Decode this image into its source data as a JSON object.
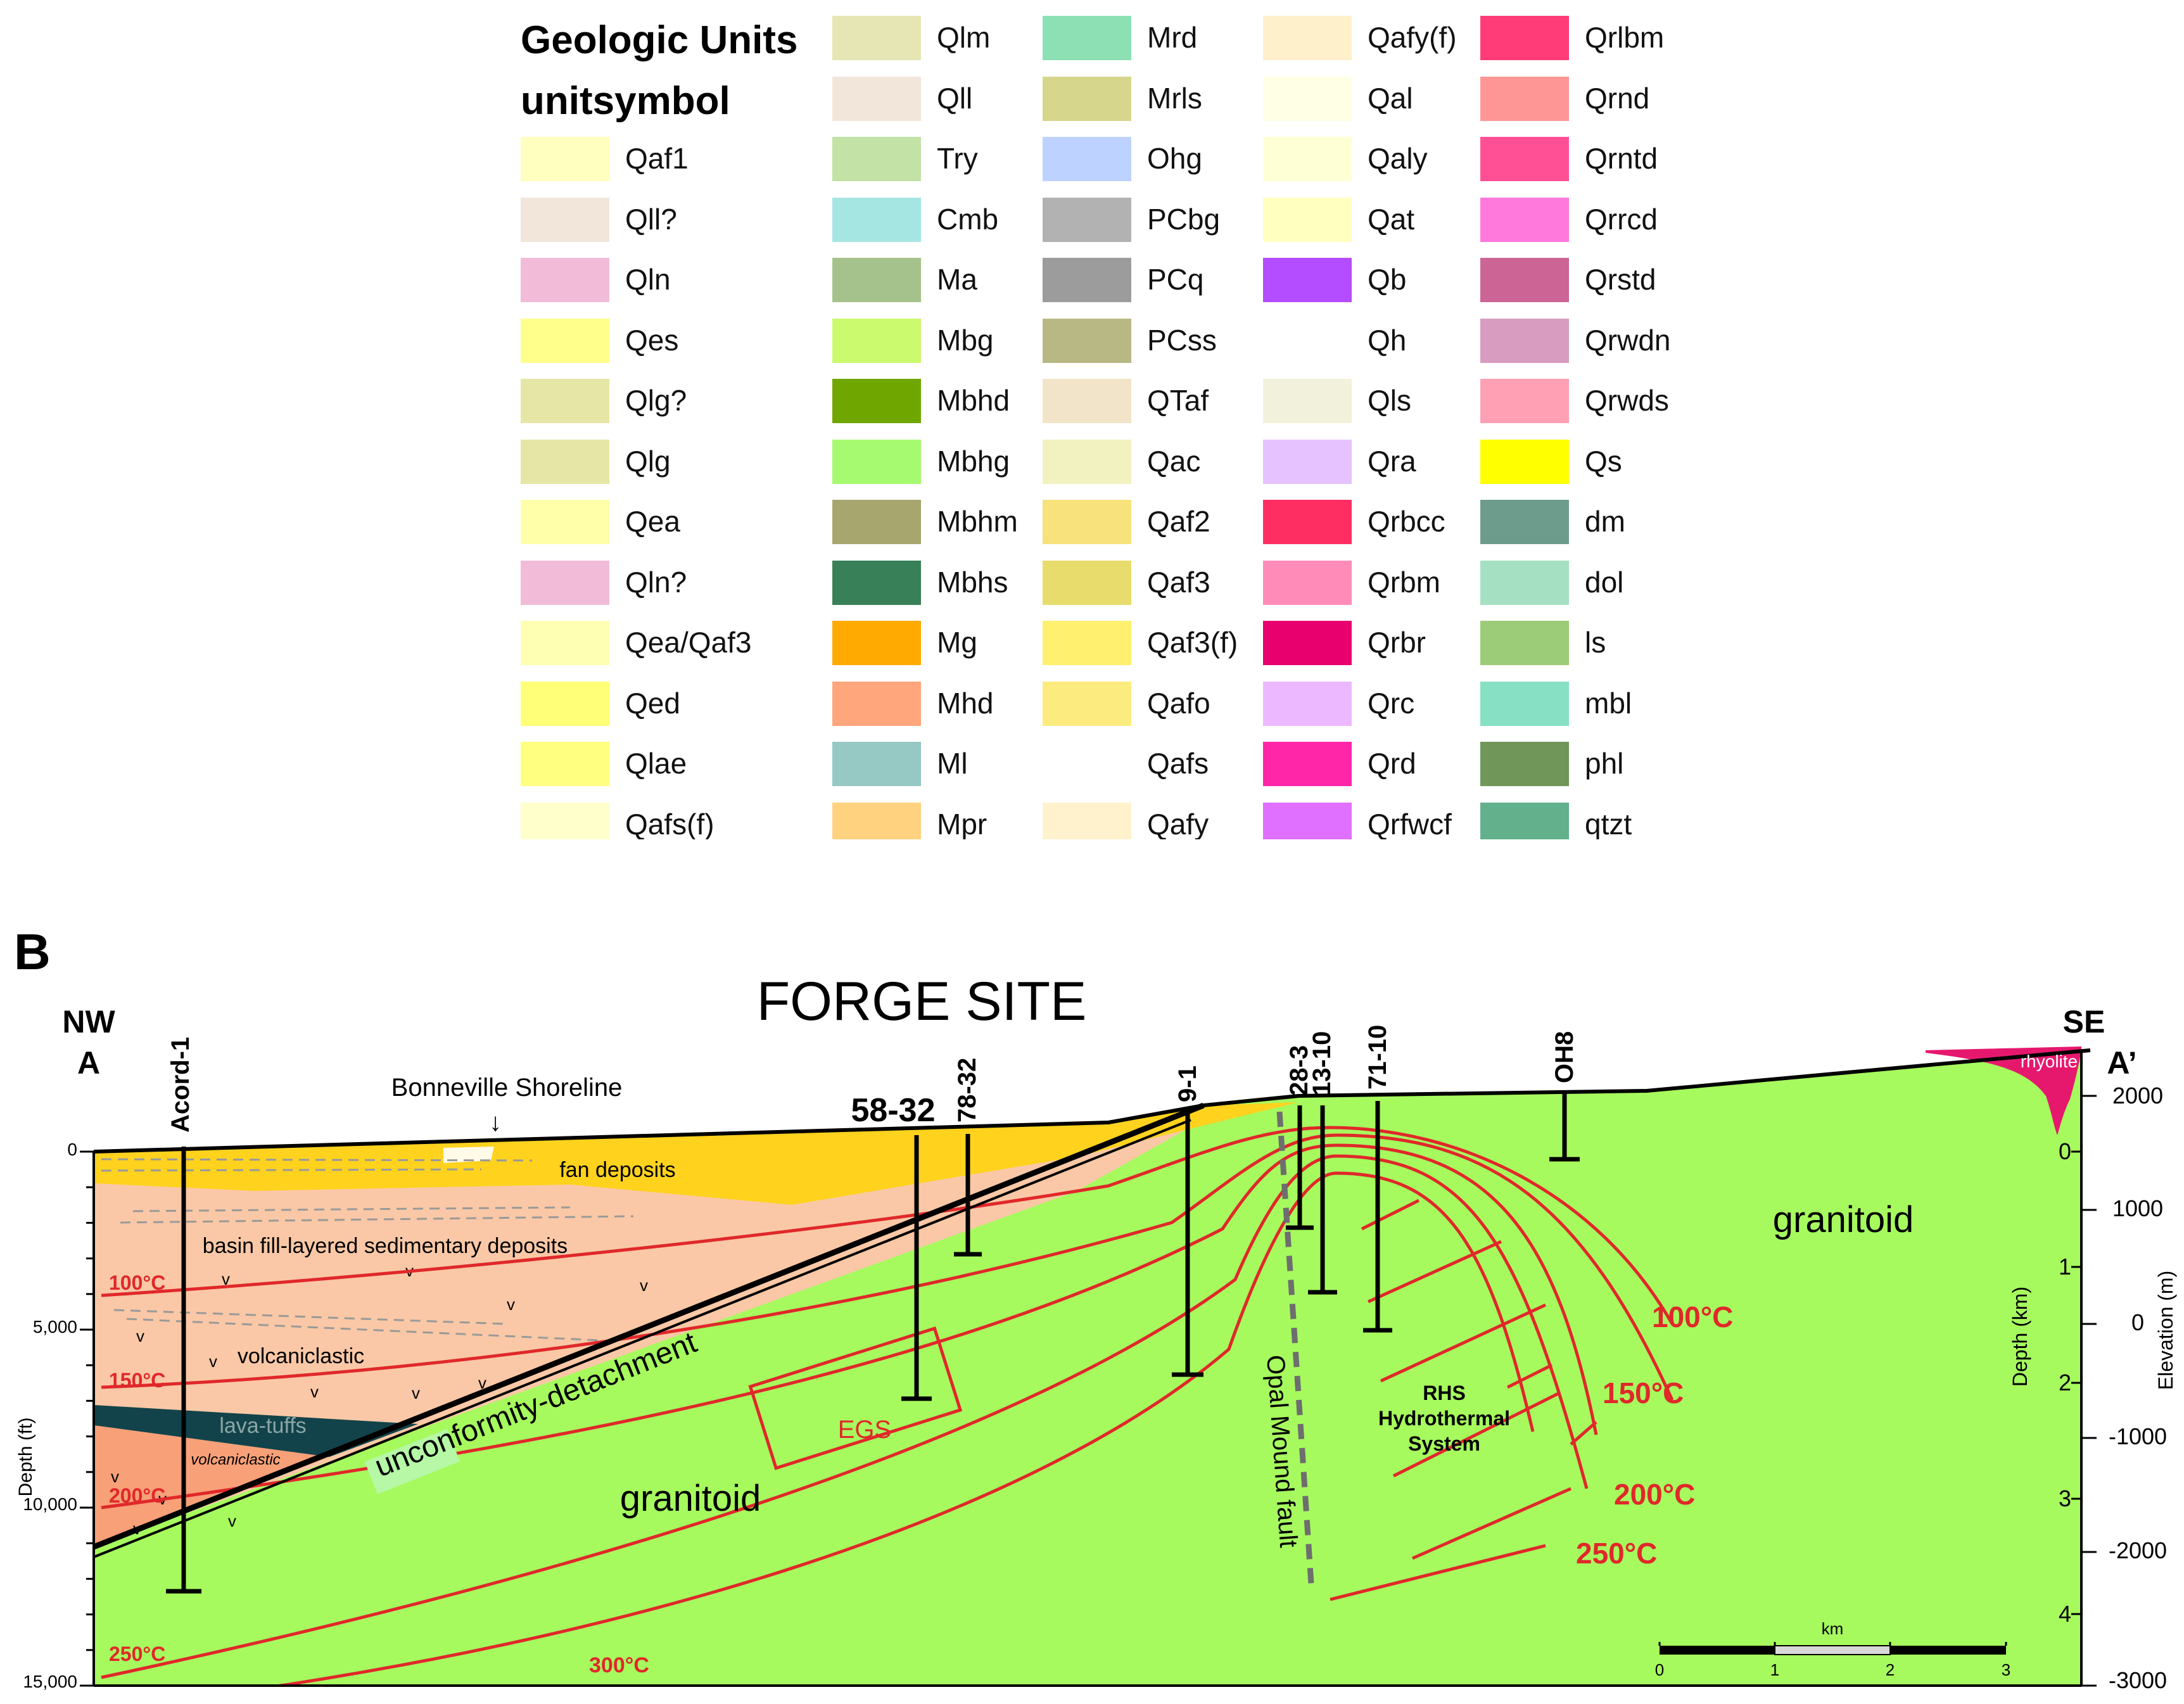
{
  "legend": {
    "title": "Geologic Units",
    "subtitle": "unitsymbol",
    "columns": [
      {
        "items": [
          {
            "label": "Qaf1",
            "color": "#ffffc0"
          },
          {
            "label": "Qll?",
            "color": "#f2e6da"
          },
          {
            "label": "Qln",
            "color": "#f2bcd8"
          },
          {
            "label": "Qes",
            "color": "#ffff8c"
          },
          {
            "label": "Qlg?",
            "color": "#e6e6a6"
          },
          {
            "label": "Qlg",
            "color": "#e6e6a6"
          },
          {
            "label": "Qea",
            "color": "#ffffaa"
          },
          {
            "label": "Qln?",
            "color": "#f2bcd8"
          },
          {
            "label": "Qea/Qaf3",
            "color": "#ffffb4"
          },
          {
            "label": "Qed",
            "color": "#ffff78"
          },
          {
            "label": "Qlae",
            "color": "#ffff80"
          },
          {
            "label": "Qafs(f)",
            "color": "#ffffcc"
          }
        ]
      },
      {
        "items": [
          {
            "label": "Qlm",
            "color": "#e6e6b4"
          },
          {
            "label": "Qll",
            "color": "#f2e6da"
          },
          {
            "label": "Try",
            "color": "#c2e2a6"
          },
          {
            "label": "Cmb",
            "color": "#a6e6e2"
          },
          {
            "label": "Ma",
            "color": "#a6c28c"
          },
          {
            "label": "Mbg",
            "color": "#ccfa6e"
          },
          {
            "label": "Mbhd",
            "color": "#70a600"
          },
          {
            "label": "Mbhg",
            "color": "#a6fa70"
          },
          {
            "label": "Mbhm",
            "color": "#a6a66e"
          },
          {
            "label": "Mbhs",
            "color": "#388058"
          },
          {
            "label": "Mg",
            "color": "#ffaa00"
          },
          {
            "label": "Mhd",
            "color": "#ffa67c"
          },
          {
            "label": "Ml",
            "color": "#96c8c4"
          },
          {
            "label": "Mpr",
            "color": "#ffd280"
          }
        ]
      },
      {
        "items": [
          {
            "label": "Mrd",
            "color": "#8ce0b4"
          },
          {
            "label": "Mrls",
            "color": "#d6d68c"
          },
          {
            "label": "Ohg",
            "color": "#bed2ff"
          },
          {
            "label": "PCbg",
            "color": "#b2b2b2"
          },
          {
            "label": "PCq",
            "color": "#9c9c9c"
          },
          {
            "label": "PCss",
            "color": "#b8b884"
          },
          {
            "label": "QTaf",
            "color": "#f2e4c8"
          },
          {
            "label": "Qac",
            "color": "#f2f2c0"
          },
          {
            "label": "Qaf2",
            "color": "#f7e27c"
          },
          {
            "label": "Qaf3",
            "color": "#e8dc6c"
          },
          {
            "label": "Qaf3(f)",
            "color": "#fff070"
          },
          {
            "label": "Qafo",
            "color": "#fcec80"
          },
          {
            "label": "Qafs",
            "color": "#ffffff"
          },
          {
            "label": "Qafy",
            "color": "#fff2cc"
          }
        ]
      },
      {
        "items": [
          {
            "label": "Qafy(f)",
            "color": "#fff0cc"
          },
          {
            "label": "Qal",
            "color": "#ffffe6"
          },
          {
            "label": "Qaly",
            "color": "#ffffd6"
          },
          {
            "label": "Qat",
            "color": "#ffffc0"
          },
          {
            "label": "Qb",
            "color": "#b44cff"
          },
          {
            "label": "Qh",
            "color": "#ffffff"
          },
          {
            "label": "Qls",
            "color": "#f2f2dc"
          },
          {
            "label": "Qra",
            "color": "#e6c2ff"
          },
          {
            "label": "Qrbcc",
            "color": "#ff2e62"
          },
          {
            "label": "Qrbm",
            "color": "#ff8cb8"
          },
          {
            "label": "Qrbr",
            "color": "#e8006e"
          },
          {
            "label": "Qrc",
            "color": "#ecb8ff"
          },
          {
            "label": "Qrd",
            "color": "#ff26a8"
          },
          {
            "label": "Qrfwcf",
            "color": "#e070ff"
          }
        ]
      },
      {
        "items": [
          {
            "label": "Qrlbm",
            "color": "#ff3c78"
          },
          {
            "label": "Qrnd",
            "color": "#ff9696"
          },
          {
            "label": "Qrntd",
            "color": "#ff5096"
          },
          {
            "label": "Qrrcd",
            "color": "#ff78dc"
          },
          {
            "label": "Qrstd",
            "color": "#cc6496"
          },
          {
            "label": "Qrwdn",
            "color": "#d89cc0"
          },
          {
            "label": "Qrwds",
            "color": "#ffa0b4"
          },
          {
            "label": "Qs",
            "color": "#ffff00"
          },
          {
            "label": "dm",
            "color": "#6e9c8c"
          },
          {
            "label": "dol",
            "color": "#a6e0c2"
          },
          {
            "label": "ls",
            "color": "#9ccc78"
          },
          {
            "label": "mbl",
            "color": "#88e0c4"
          },
          {
            "label": "phl",
            "color": "#70965a"
          },
          {
            "label": "qtzt",
            "color": "#62b08c"
          }
        ]
      }
    ]
  },
  "section": {
    "panel_letter": "B",
    "title": "FORGE SITE",
    "nw_dir": "NW",
    "nw_point": "A",
    "se_dir": "SE",
    "se_point": "A’",
    "wells": {
      "acord": "Acord-1",
      "w5832": "58-32",
      "w7832": "78-32",
      "w91": "9-1",
      "w283": "28-3",
      "w1310": "13-10",
      "w7110": "71-10",
      "oh8": "OH8"
    },
    "labels": {
      "bonneville": "Bonneville Shoreline",
      "arrow": "↓",
      "fan": "fan deposits",
      "basin": "basin fill-layered sedimentary deposits",
      "volc1": "volcaniclastic",
      "lava": "lava-tuffs",
      "volc2": "volcaniclastic",
      "unconformity": "unconformity-detachment",
      "egs": "EGS",
      "granitoid_left": "granitoid",
      "granitoid_right": "granitoid",
      "opal": "Opal Mound fault",
      "rhs1": "RHS",
      "rhs2": "Hydrothermal",
      "rhs3": "System",
      "rhyolite": "rhyolite",
      "v": "v"
    },
    "isotherms": {
      "t100l": "100°C",
      "t150l": "150°C",
      "t200l": "200°C",
      "t250l": "250°C",
      "t300": "300°C",
      "t100r": "100°C",
      "t150r": "150°C",
      "t200r": "200°C",
      "t250r": "250°C"
    },
    "left_axis": {
      "title": "Depth (ft)",
      "t0": "0",
      "t5000": "5,000",
      "t10000": "10,000",
      "t15000": "15,000"
    },
    "depth_km": {
      "title": "Depth (km)",
      "k0": "0",
      "k1": "1",
      "k2": "2",
      "k3": "3",
      "k4": "4"
    },
    "elevation": {
      "title": "Elevation (m)",
      "e2000": "2000",
      "e1000": "1000",
      "e0": "0",
      "em1000": "-1000",
      "em2000": "-2000",
      "em3000": "-3000"
    },
    "scale": {
      "unit": "km",
      "s0": "0",
      "s1": "1",
      "s2": "2",
      "s3": "3"
    },
    "colors": {
      "granitoid": "#a6fa5e",
      "basin": "#fac8a6",
      "fan": "#ffd21e",
      "lava": "#12434a",
      "volc_lower": "#f8a078",
      "isotherm": "#e0282a",
      "rhyolite": "#e6186e"
    }
  }
}
